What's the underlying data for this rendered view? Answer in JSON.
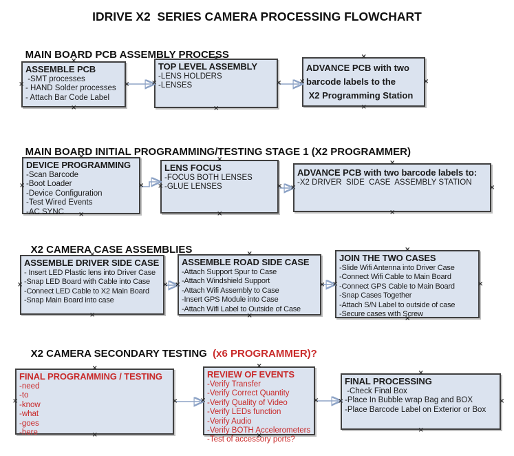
{
  "title": "IDRIVE X2  SERIES CAMERA PROCESSING FLOWCHART",
  "colors": {
    "box_fill": "#dbe3ef",
    "box_border": "#404040",
    "red_text": "#c92a2a",
    "black_text": "#1a1a1a",
    "arrow_line": "#8da3c6",
    "arrow_head": "#2c4e9b"
  },
  "icons": {
    "connection_handle": "×",
    "arrow_head": "right-arrowhead"
  },
  "sections": [
    {
      "header": "MAIN BOARD PCB ASSEMBLY PROCESS",
      "boxes": [
        {
          "title": "ASSEMBLE PCB",
          "items": [
            " -SMT processes",
            "- HAND Solder processes",
            "- Attach Bar Code Label"
          ]
        },
        {
          "title": "TOP LEVEL ASSEMBLY",
          "items": [
            "-LENS HOLDERS",
            "-LENSES"
          ]
        },
        {
          "items": [
            "ADVANCE PCB with two",
            "barcode labels to the",
            " X2 Programming Station"
          ]
        }
      ]
    },
    {
      "header": "MAIN BOARD INITIAL PROGRAMMING/TESTING STAGE 1 (X2 PROGRAMMER)",
      "boxes": [
        {
          "title": "DEVICE PROGRAMMING",
          "items": [
            "-Scan Barcode",
            "-Boot Loader",
            "-Device Configuration",
            "-Test Wired Events",
            "-AC SYNC"
          ]
        },
        {
          "title": "LENS FOCUS",
          "items": [
            "-FOCUS BOTH LENSES",
            "-GLUE LENSES"
          ]
        },
        {
          "title": "ADVANCE PCB with two barcode labels to:",
          "items": [
            "-X2 DRIVER  SIDE  CASE  ASSEMBLY STATION"
          ]
        }
      ]
    },
    {
      "header": "X2 CAMERA CASE ASSEMBLIES",
      "boxes": [
        {
          "title": "ASSEMBLE DRIVER SIDE CASE",
          "items": [
            "- Insert LED Plastic lens into Driver Case",
            "-Snap LED Board with Cable into Case",
            "-Connect LED Cable to X2 Main Board",
            "-Snap Main Board into case"
          ]
        },
        {
          "title": "ASSEMBLE ROAD SIDE CASE",
          "items": [
            "-Attach Support Spur to Case",
            "-Attach Windshield Support",
            "-Attach Wifi Assembly to Case",
            "-Insert GPS Module into Case",
            "-Attach Wifi Label to Outside of Case"
          ]
        },
        {
          "title": "JOIN THE TWO CASES",
          "items": [
            "-Slide Wifi Antenna into Driver Case",
            "-Connect Wifi Cable to Main Board",
            "-Connect GPS Cable to Main Board",
            "-Snap Cases Together",
            "-Attach S/N Label to outside of case",
            "-Secure cases with Screw"
          ]
        }
      ]
    },
    {
      "header": "X2 CAMERA SECONDARY TESTING",
      "header_red": "  (x6 PROGRAMMER)?",
      "boxes": [
        {
          "title": "FINAL PROGRAMMING / TESTING",
          "items": [
            "-need",
            "-to",
            "-know",
            "-what",
            "-goes",
            "-here"
          ]
        },
        {
          "title": "REVIEW OF EVENTS",
          "items": [
            "-Verify Transfer",
            "-Verify Correct Quantity",
            "-Verify Quality of Video",
            "-Verify LEDs function",
            "-Verify Audio",
            "-Verify BOTH Accelerometers",
            "-Test of accessory ports?"
          ]
        },
        {
          "title": "FINAL PROCESSING",
          "items": [
            " -Check Final Box",
            "-Place In Bubble wrap Bag and BOX",
            "-Place Barcode Label on Exterior or Box"
          ]
        }
      ]
    }
  ]
}
